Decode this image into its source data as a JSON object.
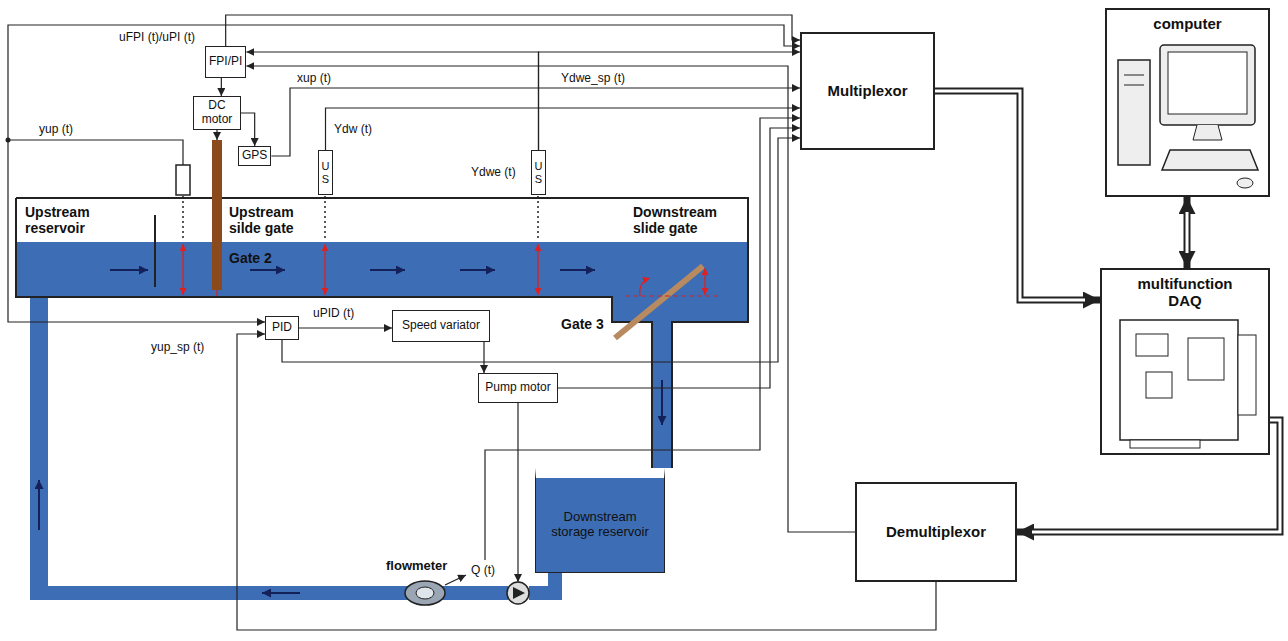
{
  "diagram": {
    "nodes": [
      {
        "text": [
          "FPI/PI"
        ]
      },
      {
        "text": [
          "DC motor"
        ]
      },
      {
        "text": [
          "GPS"
        ]
      },
      {
        "text": [
          "US"
        ]
      },
      {
        "text": [
          "US"
        ]
      },
      {
        "text": [
          "Multiplexor"
        ]
      },
      {
        "text": [
          "computer"
        ]
      },
      {
        "text": [
          "multifunction DAQ"
        ]
      },
      {
        "text": [
          "Demultiplexor"
        ]
      },
      {
        "text": [
          "PID"
        ]
      },
      {
        "text": [
          "Speed variator"
        ]
      },
      {
        "text": [
          "Pump motor"
        ]
      },
      {
        "text": [
          "Downstream storage reservoir"
        ]
      }
    ],
    "edges": [
      {
        "from": 0,
        "to": 1,
        "arrow": "to"
      },
      {
        "from": 1,
        "to": 2,
        "arrow": "to"
      },
      {
        "from": 2,
        "to": 5,
        "arrow": "to"
      },
      {
        "from": 3,
        "to": 5,
        "arrow": "to"
      },
      {
        "from": 4,
        "to": 0,
        "arrow": "to"
      },
      {
        "from": 4,
        "to": 5,
        "arrow": "to"
      },
      {
        "from": 8,
        "to": 0,
        "arrow": "to"
      },
      {
        "from": 8,
        "to": 9,
        "arrow": "to"
      },
      {
        "from": 9,
        "to": 10,
        "arrow": "to"
      },
      {
        "from": 9,
        "to": 5,
        "arrow": "to"
      },
      {
        "from": 5,
        "to": 7,
        "arrow": "to"
      },
      {
        "from": 6,
        "to": 7,
        "arrow": "both"
      },
      {
        "from": 7,
        "to": 8,
        "arrow": "to"
      },
      {
        "from": 0,
        "to": 5,
        "arrow": "to"
      },
      {
        "from": 10,
        "to": 11,
        "arrow": "to"
      }
    ],
    "labels": [
      "yup (t)",
      "uFPI (t)/uPI (t)",
      "xup (t)",
      "Ydw (t)",
      "Ydwe_sp (t)",
      "Ydwe (t)",
      "Upstream reservoir",
      "Upstream silde gate",
      "Gate 2",
      "Downstream slide gate",
      "Gate 3",
      "yup_sp (t)",
      "uPID (t)",
      "flowmeter",
      "Q (t)"
    ]
  }
}
